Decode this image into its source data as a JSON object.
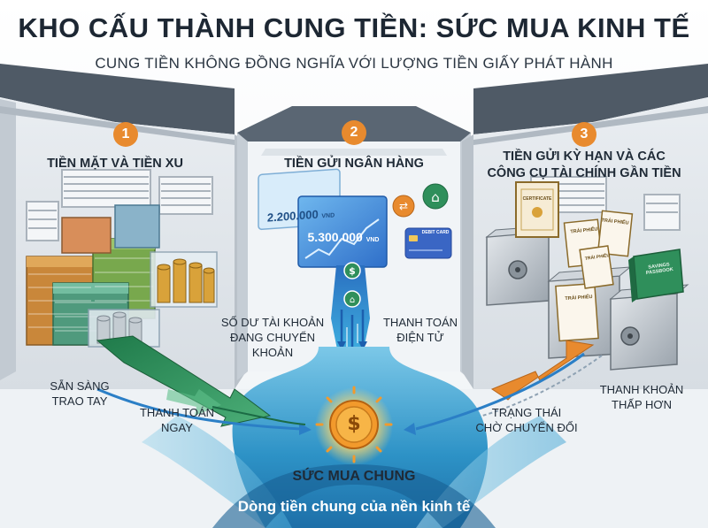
{
  "header": {
    "title": "KHO CẤU THÀNH CUNG TIỀN: SỨC MUA KINH TẾ",
    "subtitle": "CUNG TIỀN KHÔNG ĐỒNG NGHĨA VỚI LƯỢNG TIỀN GIẤY PHÁT HÀNH"
  },
  "warehouses": [
    {
      "number": "1",
      "label_line1": "TIỀN MẶT VÀ TIỀN XU",
      "label_line2": ""
    },
    {
      "number": "2",
      "label_line1": "TIỀN GỬI NGÂN HÀNG",
      "label_line2": ""
    },
    {
      "number": "3",
      "label_line1": "TIỀN GỬI KỲ HẠN VÀ CÁC",
      "label_line2": "CÔNG CỤ TÀI CHÍNH GẦN TIỀN"
    }
  ],
  "screens": {
    "balance_back": "2.200.000",
    "balance_back_unit": "VND",
    "balance_front": "5.300.000",
    "balance_front_unit": "VND",
    "card_text": "DEBIT CARD"
  },
  "documents": {
    "certificate": "CERTIFICATE",
    "bond1": "TRÁI PHIẾU",
    "bond2": "TRÁI PHIẾU",
    "bond3": "TRÁI PHIẾU",
    "bond4": "TRÁI PHIẾU",
    "passbook": "SAVINGS PASSBOOK"
  },
  "flow_labels": {
    "ready_line1": "SẴN SÀNG",
    "ready_line2": "TRAO TAY",
    "instant_line1": "THANH TOÁN",
    "instant_line2": "NGAY",
    "balance_line1": "SỐ DƯ TÀI KHOẢN",
    "balance_line2": "ĐANG CHUYỂN KHOẢN",
    "epay_line1": "THANH TOÁN",
    "epay_line2": "ĐIỆN TỬ",
    "low_line1": "THANH KHOẢN",
    "low_line2": "THẤP HƠN",
    "pending_line1": "TRẠNG THÁI",
    "pending_line2": "CHỜ CHUYỂN ĐỔI"
  },
  "center": {
    "label": "SỨC MUA CHUNG",
    "coin_symbol": "$",
    "economy_flow": "Dòng tiền chung của nền kinh tế"
  },
  "colors": {
    "orange": "#e88a2e",
    "green": "#2f8f5b",
    "blue": "#2b7fc6",
    "water": "#3aa0d0"
  }
}
